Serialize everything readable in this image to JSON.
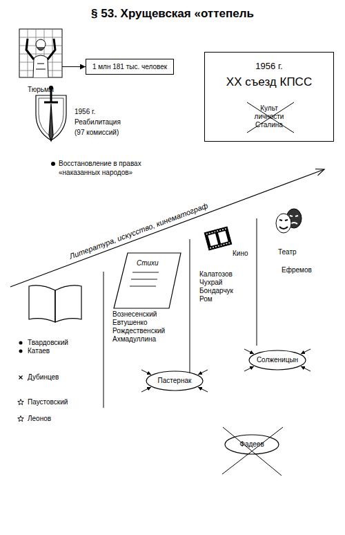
{
  "diagram": {
    "title": "§ 53. Хрущевская «оттепель",
    "nodes": [
      {
        "text": [
          "Тюрьмы"
        ]
      },
      {
        "text": [
          "1 млн 181 тыс. человек"
        ]
      },
      {
        "text": [
          "1956 г.",
          "XX съезд КПСС",
          "Культ личности Сталина"
        ]
      },
      {
        "text": [
          "Солженицын"
        ]
      },
      {
        "text": [
          "Пастернак"
        ]
      },
      {
        "text": [
          "Фадеев"
        ]
      }
    ],
    "edges": [
      {
        "from": 0,
        "to": 1,
        "arrow": "to"
      }
    ],
    "labels": [
      "1956 г.",
      "Реабилитация (97 комиссий)",
      "Восстановление в правах «наказанных народов»",
      "Литература, искусство, кинематограф",
      "Стихи",
      "Кино",
      "Театр",
      "Ефремов",
      "Калатозов",
      "Чухрай",
      "Бондарчук",
      "Ром",
      "Вознесенский",
      "Евтушенко",
      "Рождественский",
      "Ахмадуллина",
      "Твардовский",
      "Катаев",
      "Дубинцев",
      "Паустовский",
      "Леонов"
    ]
  }
}
